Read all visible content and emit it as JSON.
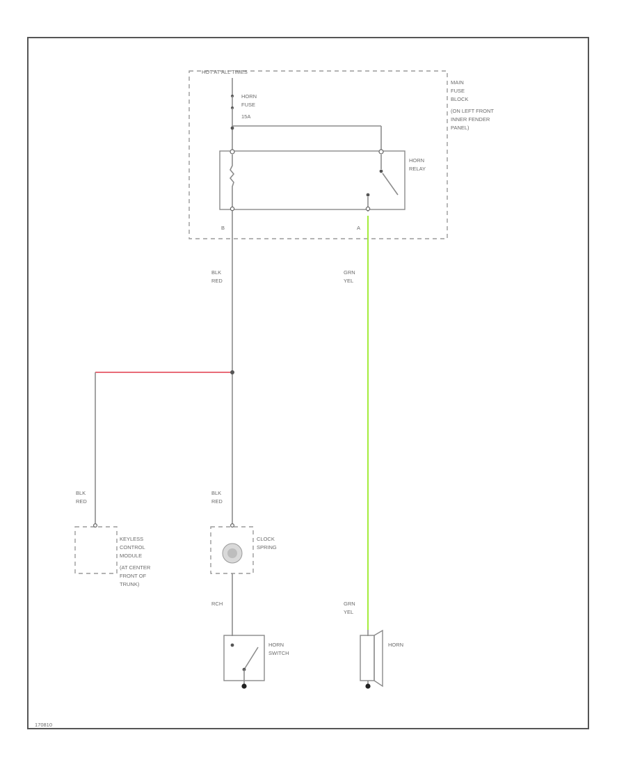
{
  "hot_label": "HOT AT ALL TIMES",
  "fuse": {
    "name": "HORN",
    "line2": "FUSE",
    "rating": "15A"
  },
  "fuse_block": {
    "lines": [
      "MAIN",
      "FUSE",
      "BLOCK",
      "(ON LEFT FRONT",
      "INNER FENDER",
      "PANEL)"
    ]
  },
  "relay": {
    "line1": "HORN",
    "line2": "RELAY"
  },
  "pins": {
    "left": "B",
    "right": "A"
  },
  "wires": {
    "left_top": {
      "l1": "BLK",
      "l2": "RED"
    },
    "right_top": {
      "l1": "GRN",
      "l2": "YEL"
    },
    "keyless_in": {
      "l1": "BLK",
      "l2": "RED"
    },
    "clock_in": {
      "l1": "BLK",
      "l2": "RED"
    },
    "switch_in": {
      "l1": "RCH"
    },
    "horn_in": {
      "l1": "GRN",
      "l2": "YEL"
    }
  },
  "keyless": {
    "lines": [
      "KEYLESS",
      "CONTROL",
      "MODULE",
      "(AT CENTER",
      "FRONT OF",
      "TRUNK)"
    ]
  },
  "clock_spring": {
    "line1": "CLOCK",
    "line2": "SPRING"
  },
  "horn_switch": {
    "line1": "HORN",
    "line2": "SWITCH"
  },
  "horn": {
    "label": "HORN"
  },
  "diagram_id": "170810",
  "colors": {
    "red_wire": "#e03a4a",
    "green_wire": "#a4ec3c",
    "wire": "#8c8c8c"
  }
}
